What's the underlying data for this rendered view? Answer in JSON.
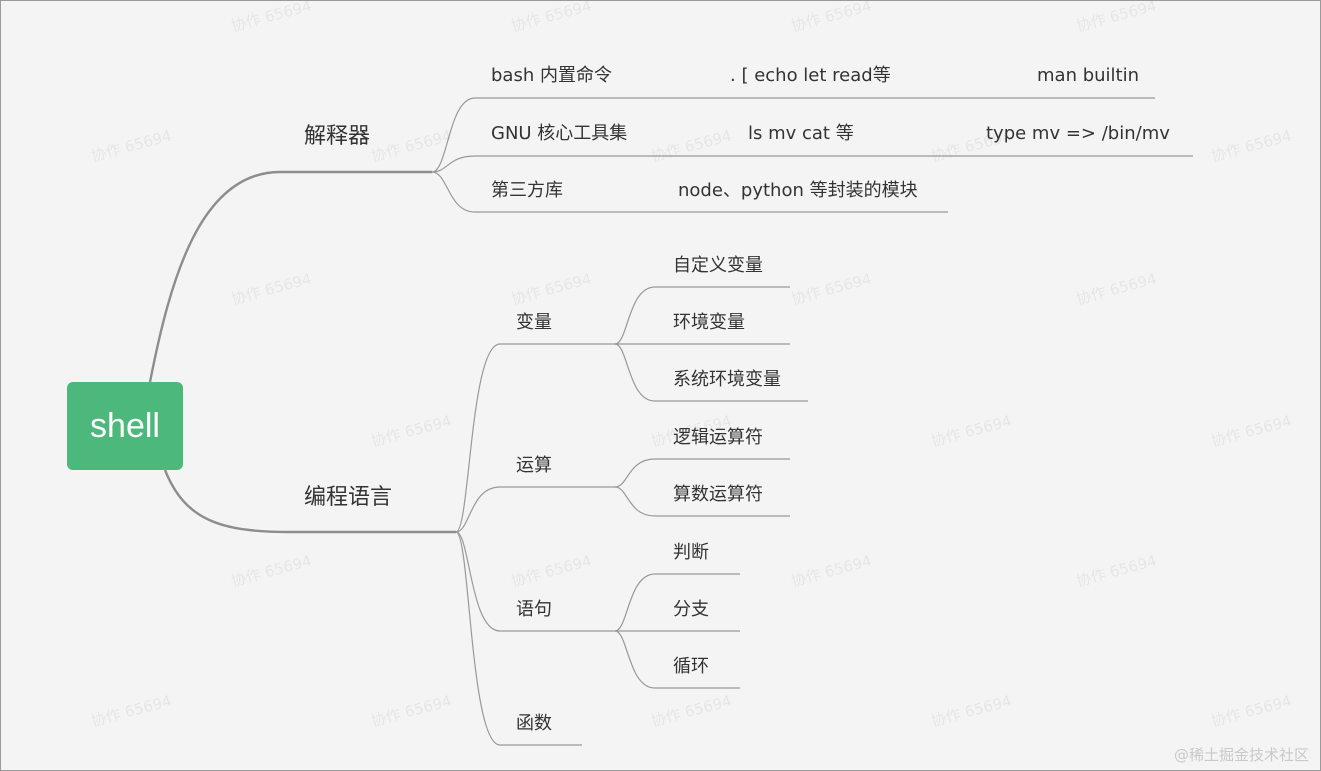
{
  "root": {
    "label": "shell"
  },
  "branches": {
    "interpreter": {
      "label": "解释器",
      "items": [
        {
          "label": "bash 内置命令",
          "detail": ".  [  echo  let  read等",
          "extra": "man builtin"
        },
        {
          "label": "GNU 核心工具集",
          "detail": "ls   mv  cat 等",
          "extra": "type mv =>  /bin/mv"
        },
        {
          "label": "第三方库",
          "detail": "node、python 等封装的模块"
        }
      ]
    },
    "programming": {
      "label": "编程语言",
      "groups": [
        {
          "label": "变量",
          "items": [
            "自定义变量",
            "环境变量",
            "系统环境变量"
          ]
        },
        {
          "label": "运算",
          "items": [
            "逻辑运算符",
            "算数运算符"
          ]
        },
        {
          "label": "语句",
          "items": [
            "判断",
            "分支",
            "循环"
          ]
        },
        {
          "label": "函数",
          "items": []
        }
      ]
    }
  },
  "watermark": "协作 65694",
  "footer": {
    "credit": "@稀土掘金技术社区"
  },
  "colors": {
    "root_fill": "#4cb87c",
    "line": "#999999",
    "background": "#f4f4f4"
  }
}
